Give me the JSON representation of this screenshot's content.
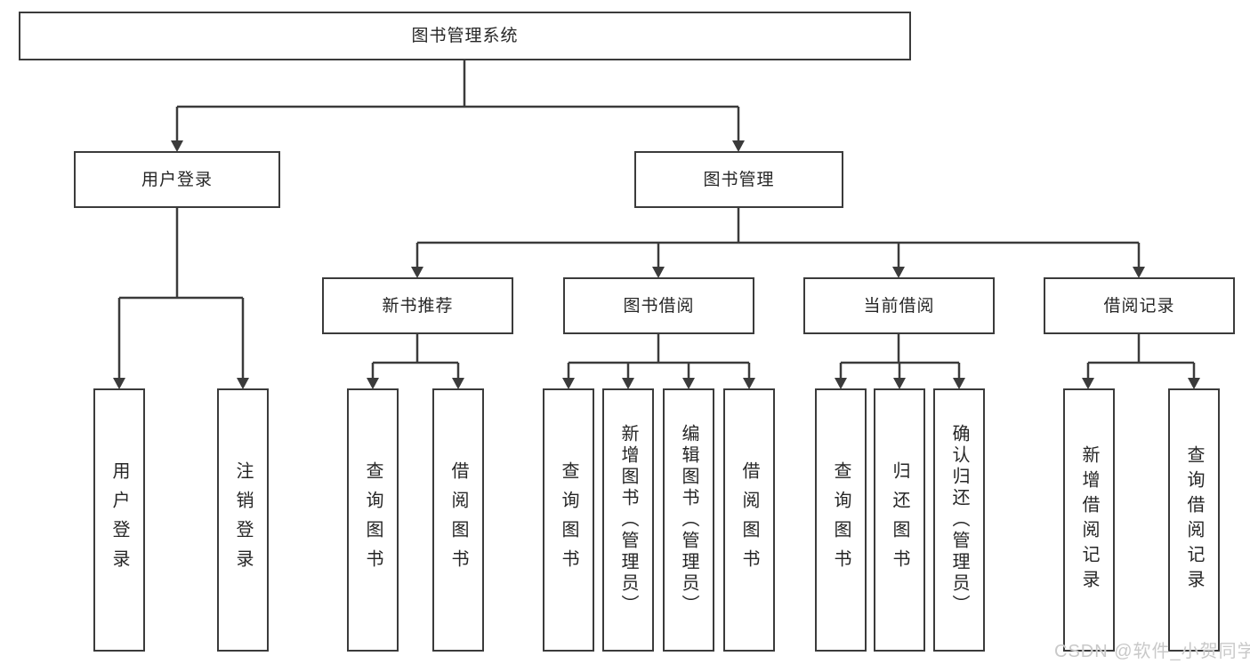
{
  "diagram": {
    "root": {
      "label": "图书管理系统"
    },
    "level2": [
      {
        "label": "用户登录"
      },
      {
        "label": "图书管理"
      }
    ],
    "level3": [
      {
        "label": "新书推荐"
      },
      {
        "label": "图书借阅"
      },
      {
        "label": "当前借阅"
      },
      {
        "label": "借阅记录"
      }
    ],
    "leaves": {
      "user_login": [
        "用户登录",
        "注销登录"
      ],
      "new_book_recommend": [
        "查询图书",
        "借阅图书"
      ],
      "book_borrow": [
        "查询图书",
        "新增图书（管理员）",
        "编辑图书（管理员）",
        "借阅图书"
      ],
      "current_borrow": [
        "查询图书",
        "归还图书",
        "确认归还（管理员）"
      ],
      "borrow_records": [
        "新增借阅记录",
        "查询借阅记录"
      ]
    },
    "colors": {
      "line": "#3b3b3b",
      "text": "#262626",
      "background": "#ffffff",
      "watermark": "#c9c9c9"
    }
  },
  "watermark": {
    "text": "CSDN @软件_小贺同学"
  }
}
